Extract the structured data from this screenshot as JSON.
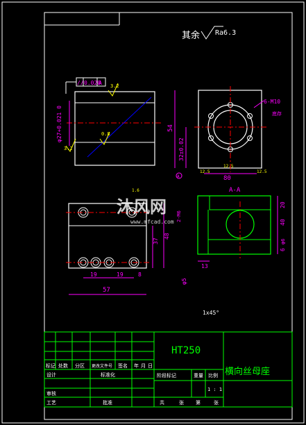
{
  "colors": {
    "background": "#000000",
    "frame": "#ffffff",
    "outline": "#ffffff",
    "dimension": "#ff00ff",
    "centerline": "#ff0000",
    "hidden": "#ffff00",
    "title_block": "#00ff00",
    "hatch": "#0000ff",
    "section_view": "#00ff00"
  },
  "surface_finish": {
    "prefix": "其余",
    "value": "Ra6.3"
  },
  "front_view": {
    "tolerance_frame": {
      "symbol": "//",
      "value": "0.020",
      "datum": "A"
    },
    "roughness_top": "3.2",
    "roughness_mid": "0.8",
    "roughness_bottom": "3.2",
    "bore_dim": "φ27+0.021 0",
    "datum_label": "A"
  },
  "side_view": {
    "height": "54",
    "center_height": "32±0.02",
    "width": "80",
    "hole_note": "6-M10",
    "hole_depth": "底存",
    "roughness_left": "12.5",
    "roughness_mid": "12.5",
    "roughness_right": "12.5",
    "datum_label": "A"
  },
  "section_view": {
    "title": "A-A",
    "dim_top": "20",
    "dim_right": "40",
    "dim_bottom": "13",
    "dim_phi": "φ6",
    "dim_right2": "6"
  },
  "top_view": {
    "dim_37": "37",
    "dim_48": "48",
    "dim_phi5": "φ5",
    "dim_19a": "19",
    "dim_19b": "19",
    "dim_8": "8",
    "dim_57": "57",
    "roughness": "1.6",
    "thread_note": "2-M6"
  },
  "chamfer_note": "1x45°",
  "watermark": {
    "brand": "沐风网",
    "url": "www.mfcad.com"
  },
  "title_block": {
    "material": "HT250",
    "part_name": "横向丝母座",
    "row_labels": [
      "标记",
      "处数",
      "分区",
      "更改文件号",
      "签名",
      "年",
      "月",
      "日"
    ],
    "design": "设计",
    "standardize": "标准化",
    "review": "审核",
    "process": "工艺",
    "approve": "批准",
    "stage_mark": "阶段标记",
    "weight": "重量",
    "scale": "比例",
    "scale_value": "1 : 1",
    "sheets_total": "共",
    "sheets_label": "张",
    "sheet_num": "第",
    "sheet_label2": "张"
  }
}
